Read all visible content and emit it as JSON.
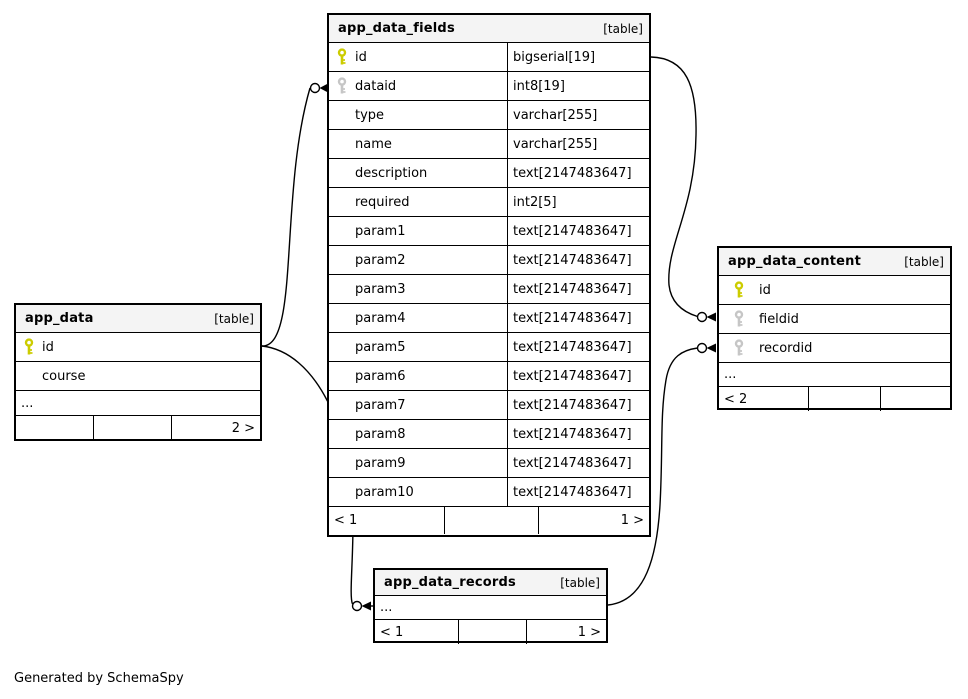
{
  "diagram": {
    "generator_note": "Generated by SchemaSpy",
    "colors": {
      "primary_key": "#cccc00",
      "foreign_key": "#c6c6c6",
      "header_bg": "#f4f4f4",
      "border": "#000000"
    }
  },
  "tables": {
    "app_data_fields": {
      "title": "app_data_fields",
      "badge": "[table]",
      "rows": [
        {
          "name": "id",
          "type": "bigserial[19]",
          "key": "primary"
        },
        {
          "name": "dataid",
          "type": "int8[19]",
          "key": "foreign"
        },
        {
          "name": "type",
          "type": "varchar[255]"
        },
        {
          "name": "name",
          "type": "varchar[255]"
        },
        {
          "name": "description",
          "type": "text[2147483647]"
        },
        {
          "name": "required",
          "type": "int2[5]"
        },
        {
          "name": "param1",
          "type": "text[2147483647]"
        },
        {
          "name": "param2",
          "type": "text[2147483647]"
        },
        {
          "name": "param3",
          "type": "text[2147483647]"
        },
        {
          "name": "param4",
          "type": "text[2147483647]"
        },
        {
          "name": "param5",
          "type": "text[2147483647]"
        },
        {
          "name": "param6",
          "type": "text[2147483647]"
        },
        {
          "name": "param7",
          "type": "text[2147483647]"
        },
        {
          "name": "param8",
          "type": "text[2147483647]"
        },
        {
          "name": "param9",
          "type": "text[2147483647]"
        },
        {
          "name": "param10",
          "type": "text[2147483647]"
        }
      ],
      "footer": {
        "left": "< 1",
        "mid": "",
        "right": "1 >"
      }
    },
    "app_data": {
      "title": "app_data",
      "badge": "[table]",
      "rows": [
        {
          "name": "id",
          "key": "primary"
        },
        {
          "name": "course"
        }
      ],
      "ellipsis": "...",
      "footer": {
        "left": "",
        "mid": "",
        "right": "2 >"
      }
    },
    "app_data_content": {
      "title": "app_data_content",
      "badge": "[table]",
      "rows": [
        {
          "name": "id",
          "key": "primary"
        },
        {
          "name": "fieldid",
          "key": "foreign"
        },
        {
          "name": "recordid",
          "key": "foreign"
        }
      ],
      "ellipsis": "...",
      "footer": {
        "left": "< 2",
        "mid": "",
        "right": ""
      }
    },
    "app_data_records": {
      "title": "app_data_records",
      "badge": "[table]",
      "ellipsis": "...",
      "footer": {
        "left": "< 1",
        "mid": "",
        "right": "1 >"
      }
    }
  }
}
